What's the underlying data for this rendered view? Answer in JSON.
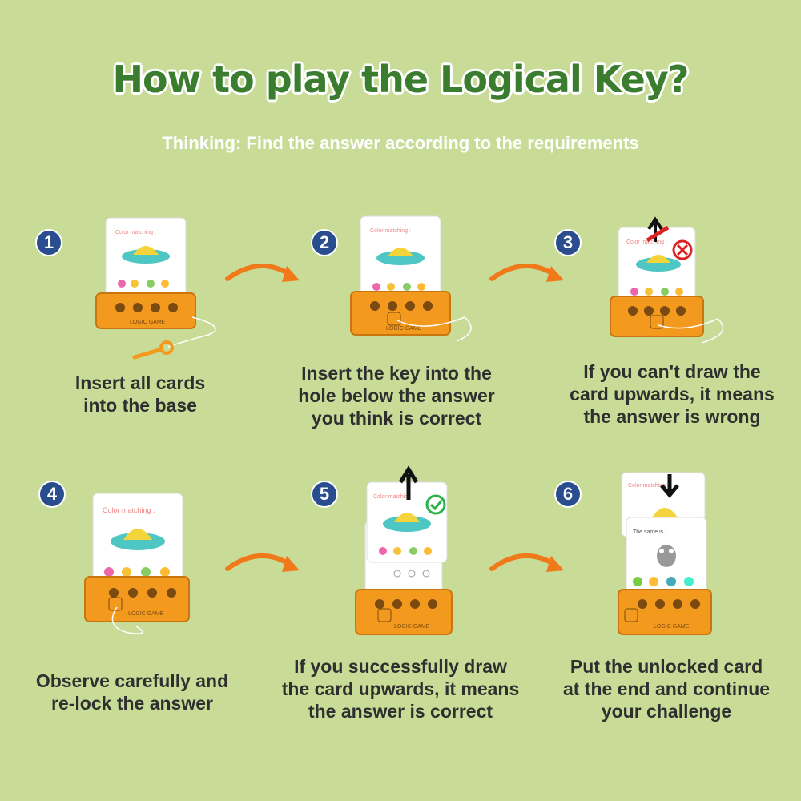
{
  "title": "How to play the Logical Key?",
  "subtitle": "Thinking: Find the answer according to the requirements",
  "card_text": {
    "color_matching": "Color matching :",
    "the_same_is": "The same is :",
    "base_label": "LOGIC GAME"
  },
  "steps": [
    {
      "number": "1",
      "caption_lines": [
        "Insert all cards",
        "into the base"
      ]
    },
    {
      "number": "2",
      "caption_lines": [
        "Insert the key into the",
        "hole below the answer",
        "you think is correct"
      ]
    },
    {
      "number": "3",
      "caption_lines": [
        "If you can't draw the",
        "card upwards, it means",
        "the answer is wrong"
      ]
    },
    {
      "number": "4",
      "caption_lines": [
        "Observe carefully and",
        "re-lock the answer"
      ]
    },
    {
      "number": "5",
      "caption_lines": [
        "If you successfully draw",
        "the card upwards, it means",
        "the answer is correct"
      ]
    },
    {
      "number": "6",
      "caption_lines": [
        "Put the unlocked card",
        "at the end and continue",
        "your challenge"
      ]
    }
  ],
  "colors": {
    "background": "#c8dc98",
    "title": "#3b7d2e",
    "badge": "#2a4d8f",
    "base": "#f39a1e",
    "arrow": "#f07a1a"
  }
}
